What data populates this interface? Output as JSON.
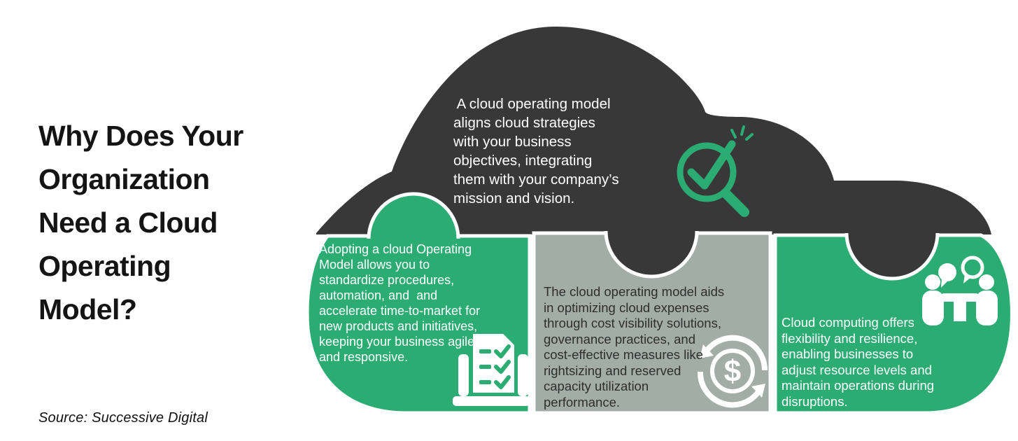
{
  "title": {
    "full": "Why Does Your Organization Need a Cloud Operating Model?",
    "lines": [
      "Why Does Your",
      "Organization",
      "Need a Cloud",
      "Operating",
      "Model?"
    ]
  },
  "source": {
    "text": "Source: Successive Digital"
  },
  "colors": {
    "dark": "#383838",
    "green": "#2bac72",
    "gray": "#a3ada8",
    "white": "#ffffff",
    "title_text": "#141414",
    "text_on_gray": "#2e2e2e"
  },
  "cloud_top": {
    "icon": "magnifier-check-icon",
    "full": "A cloud operating model aligns cloud strategies with your business objectives, integrating them with your company’s mission and vision.",
    "lines": [
      " A cloud operating model",
      "aligns cloud strategies",
      "with your business",
      "objectives, integrating",
      "them with your company’s",
      "mission and vision."
    ]
  },
  "panels": [
    {
      "id": "standardization",
      "bg": "green",
      "icon": "checklist-laptop-icon",
      "full": "Adopting a cloud Operating Model allows you to standardize procedures, automation, and  and accelerate time-to-market for new products and initiatives, keeping your business agile and responsive.",
      "lines": [
        "Adopting a cloud Operating",
        "Model allows you to",
        "standardize procedures,",
        "automation, and  and",
        "accelerate time-to-market for",
        "new products and initiatives,",
        "keeping your business agile",
        "and responsive."
      ]
    },
    {
      "id": "cost-optimization",
      "bg": "gray",
      "icon": "dollar-cycle-icon",
      "icon_symbol": "$",
      "full": "The cloud operating model aids in optimizing cloud expenses through cost visibility solutions, governance practices, and cost-effective measures like rightsizing and reserved capacity utilization performance.",
      "lines": [
        "The cloud operating model aids",
        "in optimizing cloud expenses",
        "through cost visibility solutions,",
        "governance practices, and",
        "cost-effective measures like",
        "rightsizing and reserved",
        "capacity utilization",
        "performance."
      ]
    },
    {
      "id": "resilience",
      "bg": "green",
      "icon": "people-meeting-icon",
      "full": "Cloud computing offers flexibility and resilience, enabling businesses to adjust resource levels and maintain operations during disruptions.",
      "lines": [
        "Cloud computing offers",
        "flexibility and resilience,",
        "enabling businesses to",
        "adjust resource levels and",
        "maintain operations during",
        "disruptions."
      ]
    }
  ]
}
